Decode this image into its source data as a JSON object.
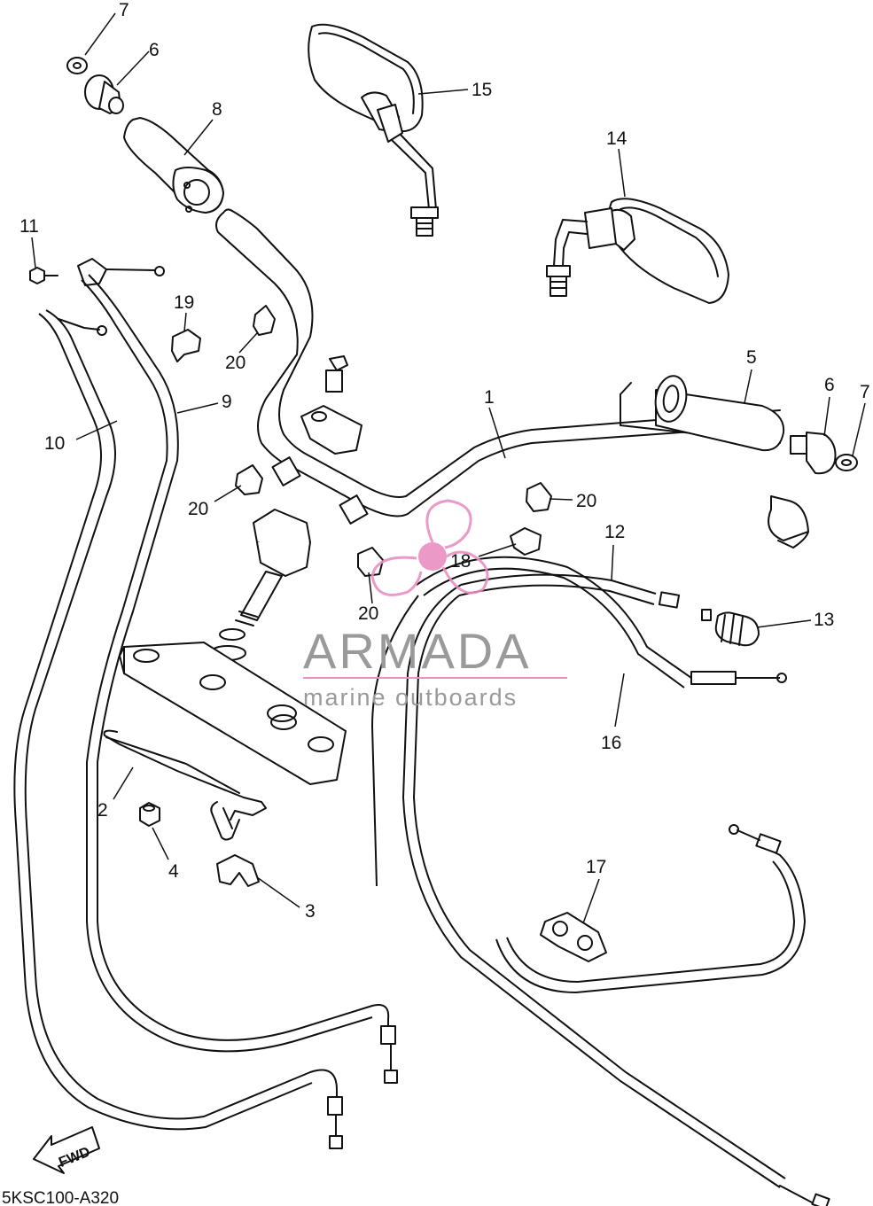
{
  "diagram": {
    "diagram_code": "5KSC100-A320",
    "direction_label": "FWD",
    "watermark": {
      "brand": "ARMADA",
      "tagline": "marine outboards",
      "brand_color": "#e98fc2",
      "text_color": "#9a9a9a"
    },
    "callouts": [
      {
        "id": "c7a",
        "number": "7"
      },
      {
        "id": "c6a",
        "number": "6"
      },
      {
        "id": "c8",
        "number": "8"
      },
      {
        "id": "c15",
        "number": "15"
      },
      {
        "id": "c14",
        "number": "14"
      },
      {
        "id": "c11",
        "number": "11"
      },
      {
        "id": "c19",
        "number": "19"
      },
      {
        "id": "c20a",
        "number": "20"
      },
      {
        "id": "c9",
        "number": "9"
      },
      {
        "id": "c10",
        "number": "10"
      },
      {
        "id": "c1",
        "number": "1"
      },
      {
        "id": "c5",
        "number": "5"
      },
      {
        "id": "c6b",
        "number": "6"
      },
      {
        "id": "c7b",
        "number": "7"
      },
      {
        "id": "c20b",
        "number": "20"
      },
      {
        "id": "c20c",
        "number": "20"
      },
      {
        "id": "c12",
        "number": "12"
      },
      {
        "id": "c18",
        "number": "18"
      },
      {
        "id": "c13",
        "number": "13"
      },
      {
        "id": "c20d",
        "number": "20"
      },
      {
        "id": "c16",
        "number": "16"
      },
      {
        "id": "c2",
        "number": "2"
      },
      {
        "id": "c4",
        "number": "4"
      },
      {
        "id": "c3",
        "number": "3"
      },
      {
        "id": "c17",
        "number": "17"
      }
    ]
  }
}
